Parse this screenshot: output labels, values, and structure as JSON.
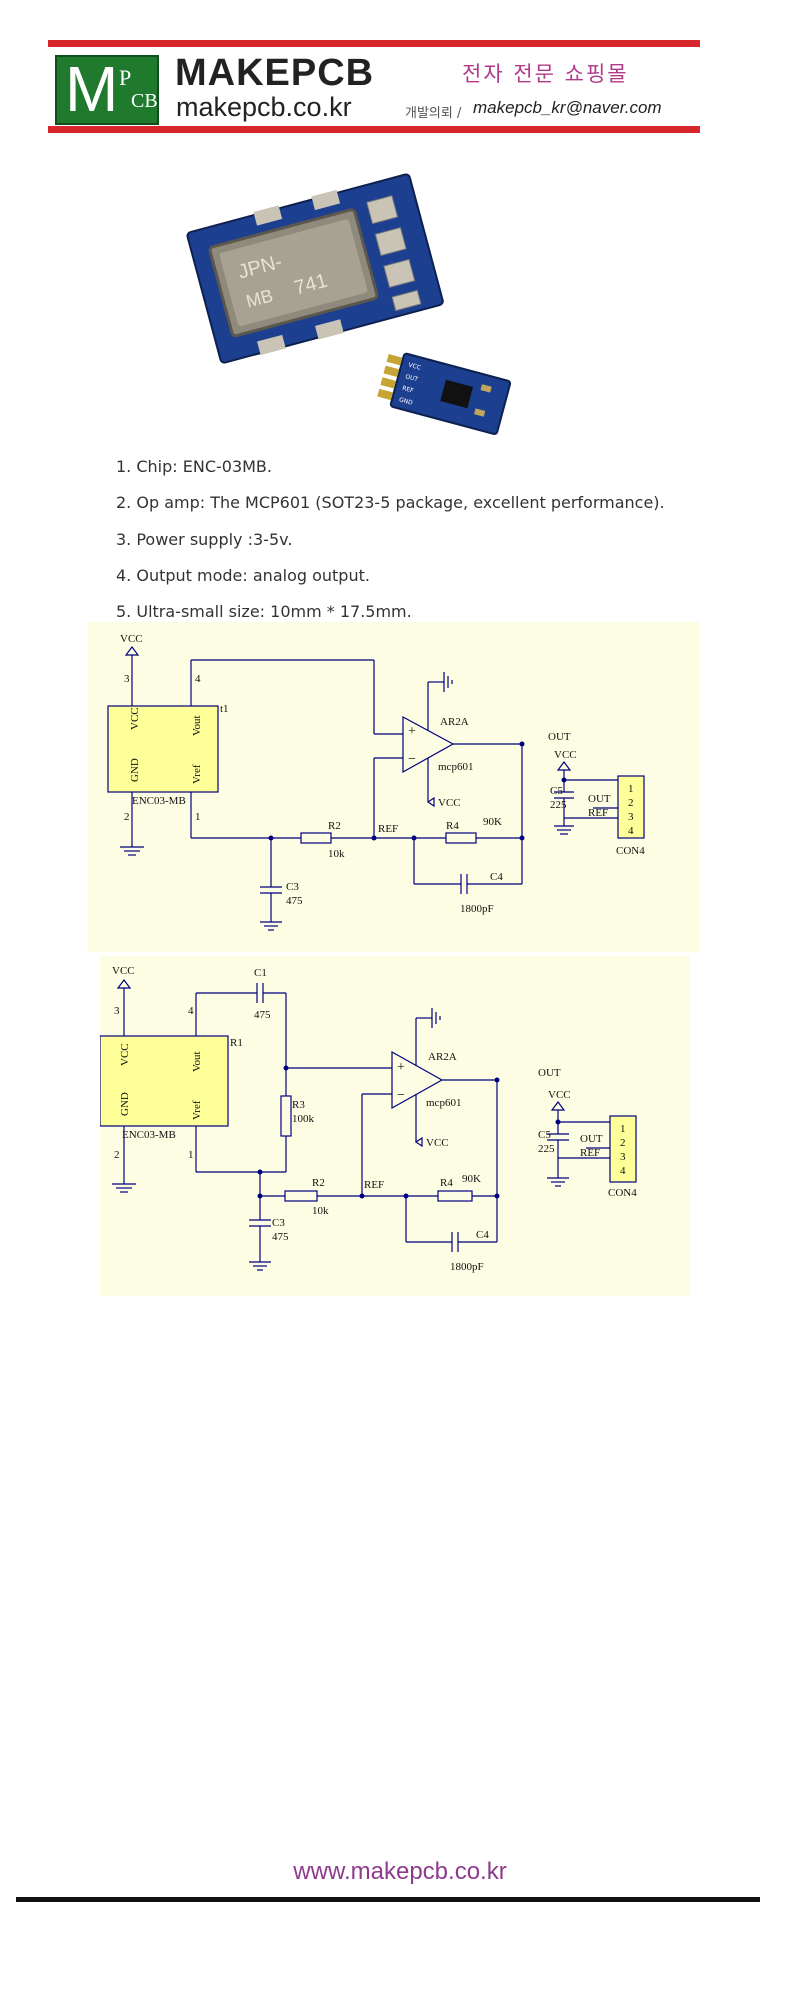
{
  "header": {
    "logo_letter": "M",
    "logo_sub_p": "P",
    "logo_sub_cb": "CB",
    "brand": "MAKEPCB",
    "domain": "makepcb.co.kr",
    "tagline": "전자 전문 쇼핑몰",
    "contact_label": "개발의뢰 /",
    "contact_email": "makepcb_kr@naver.com"
  },
  "product_image": {
    "chip_marking_1": "JPN-",
    "chip_marking_2": "MB",
    "chip_marking_3": "741",
    "board_label_vcc": "VCC",
    "board_label_out": "OUT",
    "board_label_ref": "REF",
    "board_label_gnd": "GND"
  },
  "specs": [
    "1. Chip: ENC-03MB.",
    "2. Op amp: The MCP601 (SOT23-5 package, excellent performance).",
    "3. Power supply :3-5v.",
    "4. Output mode: analog output.",
    "5. Ultra-small size: 10mm * 17.5mm."
  ],
  "schematic1": {
    "vcc": "VCC",
    "pin3": "3",
    "pin4": "4",
    "pin2": "2",
    "pin1": "1",
    "chip_vcc": "VCC",
    "chip_gnd": "GND",
    "chip_vout": "Vout",
    "chip_vref": "Vref",
    "chip_suffix": "t1",
    "chip_name": "ENC03-MB",
    "opamp_name": "AR2A",
    "opamp_model": "mcp601",
    "opamp_vcc": "VCC",
    "out": "OUT",
    "ref": "REF",
    "r2": "R2",
    "r2_val": "10k",
    "r4": "R4",
    "r4_val": "90K",
    "c3": "C3",
    "c3_val": "475",
    "c4": "C4",
    "c4_val": "1800pF",
    "conn_vcc": "VCC",
    "c5": "C5",
    "c5_val": "225",
    "conn_out": "OUT",
    "conn_ref": "REF",
    "conn_pins": [
      "1",
      "2",
      "3",
      "4"
    ],
    "conn_name": "CON4"
  },
  "schematic2": {
    "vcc": "VCC",
    "pin3": "3",
    "pin4": "4",
    "pin2": "2",
    "pin1": "1",
    "chip_vcc": "VCC",
    "chip_gnd": "GND",
    "chip_vout": "Vout",
    "chip_vref": "Vref",
    "chip_suffix": "R1",
    "chip_name": "ENC03-MB",
    "c1": "C1",
    "c1_val": "475",
    "r3": "R3",
    "r3_val": "100k",
    "opamp_name": "AR2A",
    "opamp_model": "mcp601",
    "opamp_vcc": "VCC",
    "out": "OUT",
    "ref": "REF",
    "r2": "R2",
    "r2_val": "10k",
    "r4": "R4",
    "r4_val": "90K",
    "c3": "C3",
    "c3_val": "475",
    "c4": "C4",
    "c4_val": "1800pF",
    "conn_vcc": "VCC",
    "c5": "C5",
    "c5_val": "225",
    "conn_out": "OUT",
    "conn_ref": "REF",
    "conn_pins": [
      "1",
      "2",
      "3",
      "4"
    ],
    "conn_name": "CON4"
  },
  "footer": {
    "url": "www.makepcb.co.kr"
  },
  "colors": {
    "banner_red": "#d8262d",
    "logo_green": "#1f7a2e",
    "tagline_purple": "#b23a8a",
    "schematic_bg": "#fdfde3",
    "chip_fill": "#ffff99",
    "wire": "#000080",
    "footer_purple": "#8e3b8e"
  }
}
